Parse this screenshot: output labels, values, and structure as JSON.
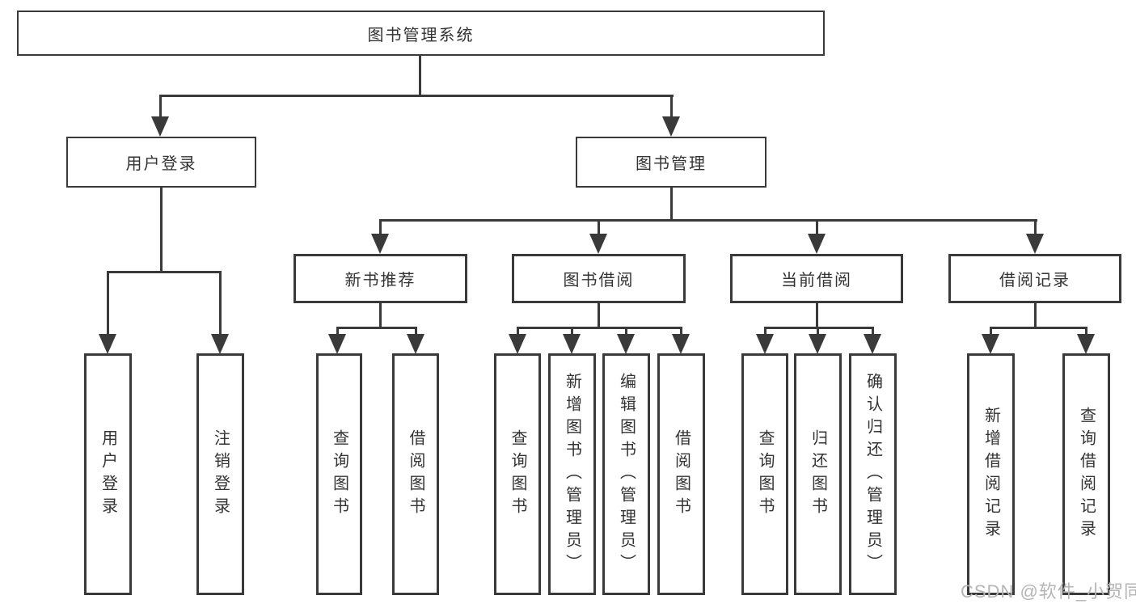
{
  "diagram": {
    "root_label": "图书管理系统",
    "branches": [
      {
        "label": "用户登录",
        "children": [
          "用户登录",
          "注销登录"
        ]
      },
      {
        "label": "图书管理",
        "children": [
          {
            "label": "新书推荐",
            "children": [
              "查询图书",
              "借阅图书"
            ]
          },
          {
            "label": "图书借阅",
            "children": [
              "查询图书",
              "新增图书（管理员）",
              "编辑图书（管理员）",
              "借阅图书"
            ]
          },
          {
            "label": "当前借阅",
            "children": [
              "查询图书",
              "归还图书",
              "确认归还（管理员）"
            ]
          },
          {
            "label": "借阅记录",
            "children": [
              "新增借阅记录",
              "查询借阅记录"
            ]
          }
        ]
      }
    ]
  },
  "watermark": {
    "text": "CSDN @软件_小贺同学"
  },
  "colors": {
    "line": "#3a3a3a",
    "text": "#333333",
    "watermark_text": "#b5b5b5",
    "background": "#ffffff"
  }
}
